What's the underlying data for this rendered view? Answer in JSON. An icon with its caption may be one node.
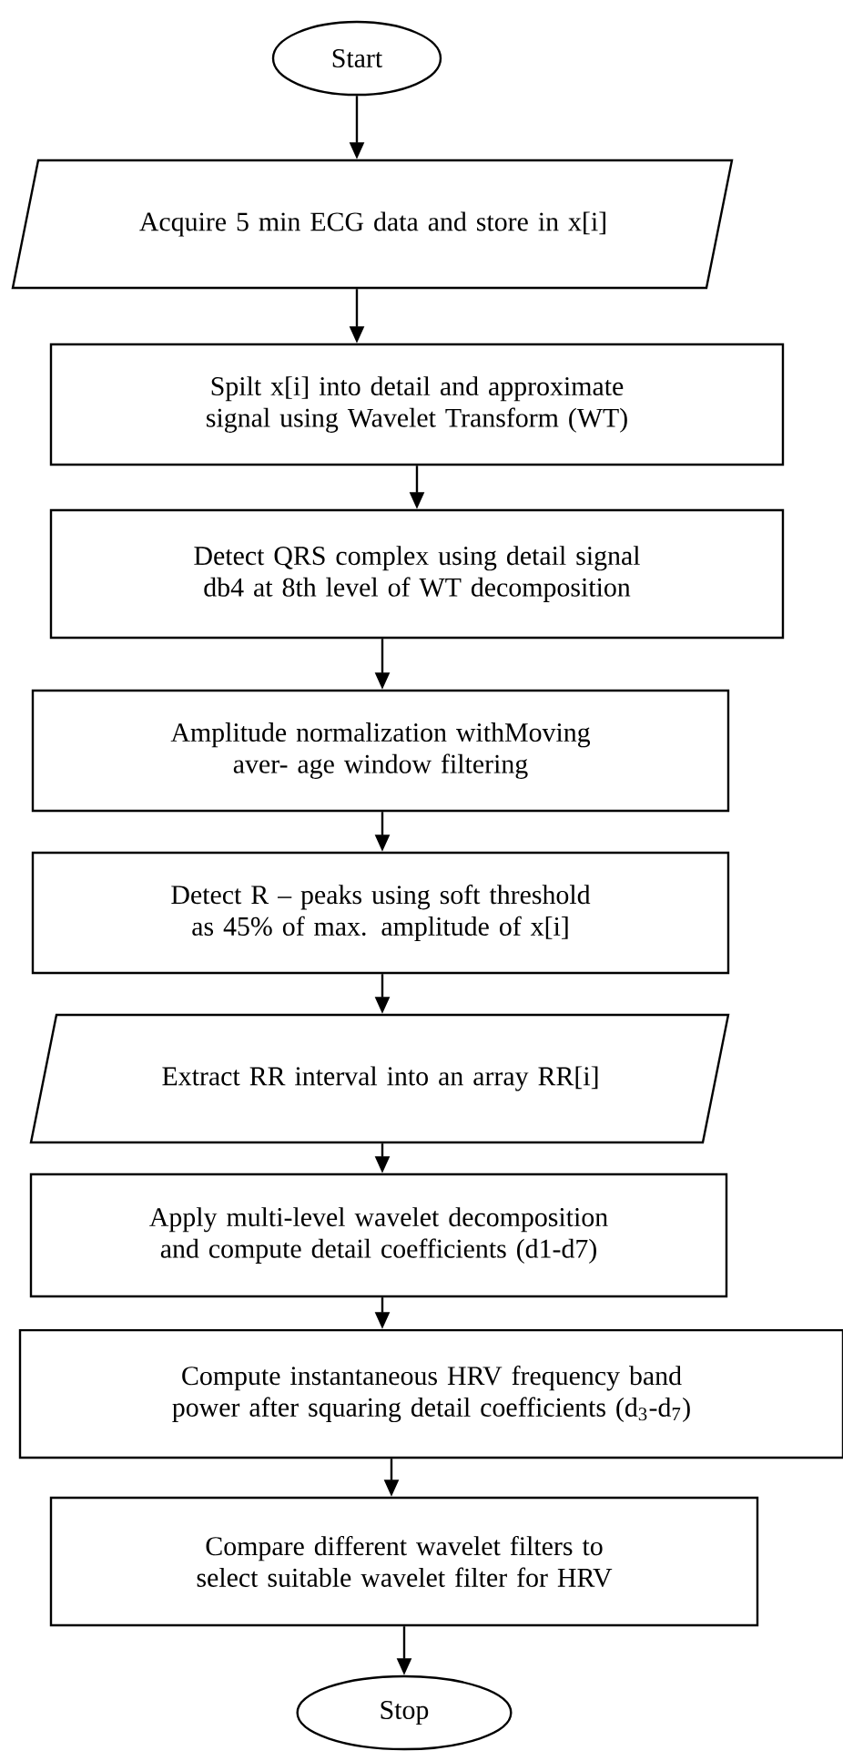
{
  "diagram": {
    "nodes": [
      {
        "text": [
          "Start"
        ]
      },
      {
        "text": [
          "Acquire 5 min ECG data and store in x[i]"
        ]
      },
      {
        "text": [
          "Spilt x[i] into detail and approximate signal using Wavelet Transform (WT)"
        ]
      },
      {
        "text": [
          "Detect QRS complex using detail signal db4 at 8th level of WT decomposition"
        ]
      },
      {
        "text": [
          "Amplitude normalization withMoving aver- age window filtering"
        ]
      },
      {
        "text": [
          "Detect R – peaks using soft threshold as 45% of max. amplitude of x[i]"
        ]
      },
      {
        "text": [
          "Extract RR interval into an array RR[i]"
        ]
      },
      {
        "text": [
          "Apply multi-level wavelet decomposition and compute detail coefficients (d1-d7)"
        ]
      },
      {
        "text": [
          "Compute instantaneous HRV frequency band power after squaring detail coefficients (d$_{3}$-d$_{7}$)"
        ]
      },
      {
        "text": [
          "Compare different wavelet filters to select suitable wavelet filter for HRV"
        ]
      },
      {
        "text": [
          "Stop"
        ]
      }
    ],
    "edges": [
      {
        "from": 0,
        "to": 1,
        "arrow": "to"
      },
      {
        "from": 1,
        "to": 2,
        "arrow": "to"
      },
      {
        "from": 2,
        "to": 3,
        "arrow": "to"
      },
      {
        "from": 3,
        "to": 4,
        "arrow": "to"
      },
      {
        "from": 4,
        "to": 5,
        "arrow": "to"
      },
      {
        "from": 5,
        "to": 6,
        "arrow": "to"
      },
      {
        "from": 6,
        "to": 7,
        "arrow": "to"
      },
      {
        "from": 7,
        "to": 8,
        "arrow": "to"
      },
      {
        "from": 8,
        "to": 9,
        "arrow": "to"
      },
      {
        "from": 9,
        "to": 10,
        "arrow": "to"
      }
    ]
  }
}
